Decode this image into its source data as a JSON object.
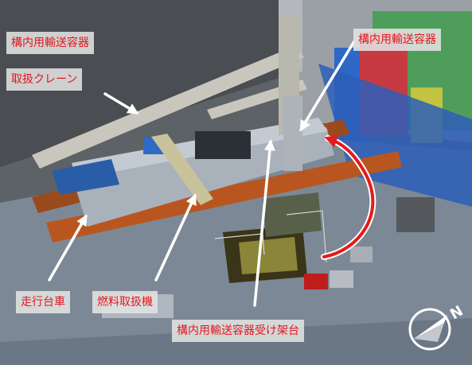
{
  "labels": {
    "crane_line1": "構内用輸送容器",
    "crane_line2": "取扱クレーン",
    "container": "構内用輸送容器",
    "trolley": "走行台車",
    "fuel_machine": "燃料取扱機",
    "receiving_stand": "構内用輸送容器受け架台"
  },
  "compass": {
    "letter": "N"
  },
  "colors": {
    "label_text": "#e0181c",
    "arrow_curve": "#e31b1b",
    "arrow_white": "#ffffff"
  }
}
